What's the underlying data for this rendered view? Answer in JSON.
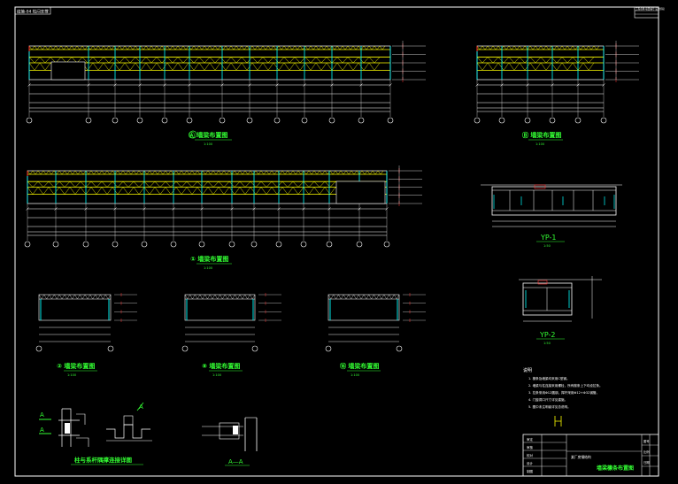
{
  "colors": {
    "background": "#000000",
    "frame": "#ffffff",
    "truss": "#ffff00",
    "column": "#00ffff",
    "dimension": "#ffffff",
    "accent": "#ff3030",
    "title_green": "#33ff33",
    "section_label": "#00ffff"
  },
  "drawing": {
    "top_left_tag": "结施-04 柱间支撑",
    "top_right_tag": "工程名称 项目编号 设计阶段",
    "views": [
      {
        "id": "elev-a",
        "label": "Ⓐ 墙梁布置图",
        "sub": "1:100"
      },
      {
        "id": "elev-b",
        "label": "Ⓑ 墙梁布置图",
        "sub": "1:100"
      },
      {
        "id": "elev-1",
        "label": "① 墙梁布置图",
        "sub": "1:100"
      },
      {
        "id": "small-2",
        "label": "② 墙梁布置图",
        "sub": "1:100"
      },
      {
        "id": "small-8",
        "label": "⑧ 墙梁布置图",
        "sub": "1:100"
      },
      {
        "id": "small-16",
        "label": "⑯ 墙梁布置图",
        "sub": "1:100"
      }
    ],
    "yp1_label": "YP-1",
    "yp2_label": "YP-2",
    "yp_scale": "1:50",
    "detail_label": "柱与系杆隅撑连接详图",
    "section_label": "A—A",
    "section_mark": "A",
    "notes_title": "说明",
    "notes": [
      "1. 檩条及墙梁均采用C型钢。",
      "2. 墙梁与柱连接采用螺栓，所有檩条上下均设拉条。",
      "3. 拉条采用Φ12圆钢，撑杆采用Φ12+Φ32钢管。",
      "4. 门窗洞口尺寸详见建施。",
      "5. 图中未注明者详见总说明。"
    ],
    "title_block": {
      "drawing_name": "墙梁檩条布置图",
      "project": "某厂房钢结构",
      "rows": [
        "审定",
        "审核",
        "校对",
        "设计",
        "制图"
      ],
      "right_rows": [
        "图号",
        "比例",
        "日期"
      ]
    }
  }
}
